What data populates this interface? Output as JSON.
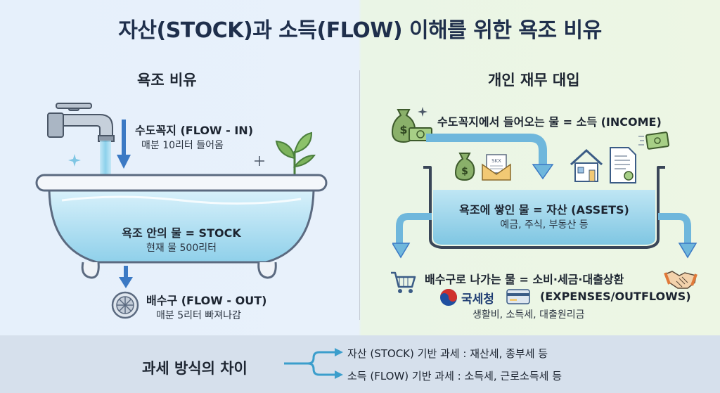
{
  "title": "자산(STOCK)과 소득(FLOW) 이해를 위한 욕조 비유",
  "left": {
    "heading": "욕조 비유",
    "faucet_label": "수도꼭지 (FLOW - IN)",
    "faucet_sub": "매분 10리터 들어옴",
    "tub_label": "욕조 안의 물 = STOCK",
    "tub_sub": "현재 물 500리터",
    "drain_label": "배수구 (FLOW - OUT)",
    "drain_sub": "매분 5리터 빠져나감"
  },
  "right": {
    "heading": "개인 재무 대입",
    "income_label": "수도꼭지에서 들어오는 물 = 소득 (INCOME)",
    "assets_label": "욕조에 쌓인 물 = 자산 (ASSETS)",
    "assets_sub": "예금, 주식, 부동산 등",
    "expense_label": "배수구로 나가는 물 = 소비·세금·대출상환",
    "nts_name": "국세청",
    "expense_en": "(EXPENSES/OUTFLOWS)",
    "expense_sub": "생활비, 소득세, 대출원리금",
    "envelope_text": "SKX"
  },
  "bottom": {
    "heading": "과세 방식의 차이",
    "stock_tax": "자산 (STOCK) 기반 과세 : 재산세, 종부세 등",
    "flow_tax": "소득 (FLOW) 기반 과세 : 소득세, 근로소득세 등"
  },
  "colors": {
    "water": "#8fd0ea",
    "arrow_blue": "#3b79c4",
    "tub_outline": "#5b6a80",
    "green_plant": "#5a9a4a",
    "money_green": "#6a9f4a"
  },
  "icons": [
    "faucet-icon",
    "sparkle-icon",
    "plant-icon",
    "drain-icon",
    "money-bag-icon",
    "cash-icon",
    "envelope-icon",
    "house-icon",
    "document-icon",
    "cart-icon",
    "nts-logo-icon",
    "credit-card-icon",
    "handshake-icon",
    "arrow-right-icon"
  ]
}
